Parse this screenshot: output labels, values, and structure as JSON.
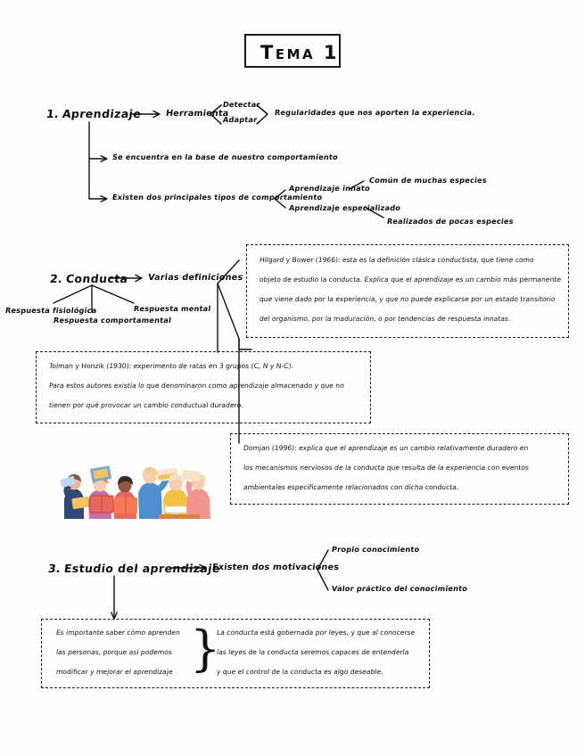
{
  "document": {
    "title": "Tema 1",
    "page_background": "#fefefe",
    "ink_color": "#111111"
  },
  "section1": {
    "number": "1.",
    "heading": "Aprendizaje",
    "arrow_to": "Herramienta",
    "bracket_items": [
      "Detectar",
      "Adaptar"
    ],
    "bracket_result": "Regularidades que nos aporten la experiencia.",
    "branch1": "Se encuentra en la base de nuestro comportamiento",
    "branch2": "Existen dos principales tipos de comportamiento",
    "types": [
      {
        "label": "Aprendizaje innato",
        "detail": "Común de muchas especies"
      },
      {
        "label": "Aprendizaje especializado",
        "detail": "Realizados de pocas especies"
      }
    ]
  },
  "section2": {
    "number": "2.",
    "heading": "Conducta",
    "arrow_to": "Varias definiciones",
    "responses": [
      "Respuesta fisiológica",
      "Respuesta comportamental",
      "Respuesta mental"
    ],
    "definitions": [
      {
        "id": "hilgard-bower",
        "author": "Hilgard y Bower (1966)",
        "lines": [
          "Hilgard y Bower (1966):  esta es la definición clásica conductista, que tiene como",
          "objeto de estudio la conducta. Explica que el aprendizaje es un cambio más permanente",
          "que viene dado por la experiencia, y que no puede explicarse por un estado transitorio",
          "del organismo, por la maduración, o por tendencias de respuesta innatas."
        ]
      },
      {
        "id": "tolman-honzik",
        "author": "Tolman y Honzik (1930)",
        "lines": [
          "Tolman y Honzik (1930): experimento de ratas en 3 grupos (C, N y N-C).",
          "Para estos autores existía lo que denominaron como aprendizaje almacenado y que no",
          "tienen por qué provocar un cambio conductual duradero."
        ]
      },
      {
        "id": "domjan",
        "author": "Domjan (1996)",
        "lines": [
          "Domjan (1996): explica que el aprendizaje es un cambio relativamente duradero en",
          "los mecanismos nerviosos de la conducta que resulta de la experiencia con eventos",
          "ambientales específicamente relacionados con dicha conducta."
        ]
      }
    ]
  },
  "illustration": {
    "name": "students-with-books-illustration",
    "alt": "Ilustración de personas sosteniendo y leyendo libros",
    "palette": [
      "#f4a4a0",
      "#e8685f",
      "#f6c45c",
      "#7ea7d8",
      "#3f5b88",
      "#f3b7a3",
      "#e2855f",
      "#fbe3c8"
    ]
  },
  "section3": {
    "number": "3.",
    "heading": "Estudio del aprendizaje",
    "arrow_to": "Existen dos motivaciones",
    "motivations": [
      "Propio conocimiento",
      "Valor práctico del conocimiento"
    ],
    "bottom_box": {
      "left_column": [
        "Es importante saber cómo aprenden",
        "las personas, porque así podemos",
        "modificar y mejorar el aprendizaje"
      ],
      "brace": "}",
      "right_column": [
        "La conducta está gobernada por leyes, y que al conocerse",
        "las leyes de la conducta seremos capaces de entenderla",
        "y que el control de la conducta es algo deseable."
      ]
    }
  }
}
